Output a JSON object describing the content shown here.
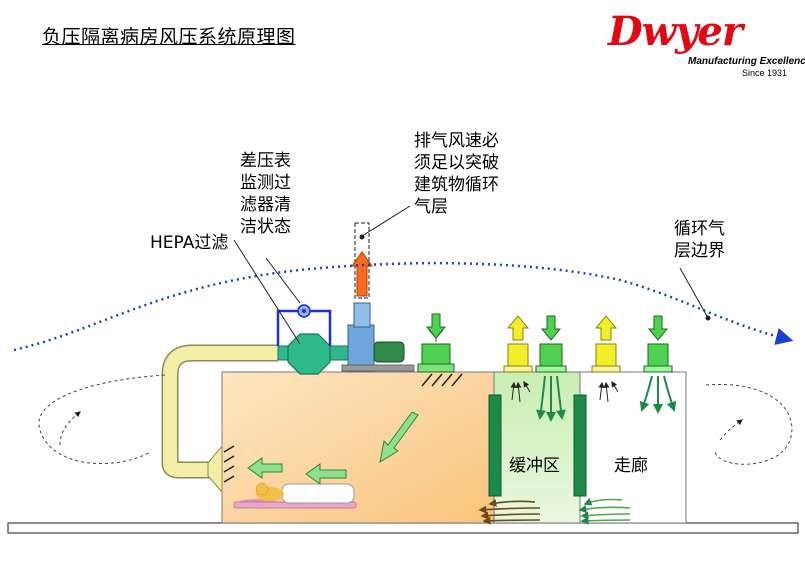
{
  "title": "负压隔离病房风压系统原理图",
  "logo": {
    "brand": "Dwyer",
    "tagline": "Manufacturing Excellence",
    "since": "Since 1931"
  },
  "labels": {
    "pressure_gauge": [
      "差压表",
      "监测过",
      "滤器清",
      "洁状态"
    ],
    "hepa": "HEPA过滤",
    "exhaust": [
      "排气风速必",
      "须足以突破",
      "建筑物循环",
      "气层"
    ],
    "recirc": [
      "循环气",
      "层边界"
    ],
    "buffer": "缓冲区",
    "corridor": "走廊"
  },
  "colors": {
    "dotted_line": "#1b3fd1",
    "room_fill": "#fbd9a9",
    "buffer_fill": "#d6f0c2",
    "pillar": "#1e8a4a",
    "arrow_green": "#4fd14f",
    "arrow_yellow": "#f2ef2a",
    "exhaust_arrow": "#ff6a1a",
    "duct": "#f3efa6",
    "fan": "#2fb88a",
    "motor": "#6fa7dd",
    "blue_loop": "#1d2fd8",
    "logo_red": "#e30613"
  }
}
